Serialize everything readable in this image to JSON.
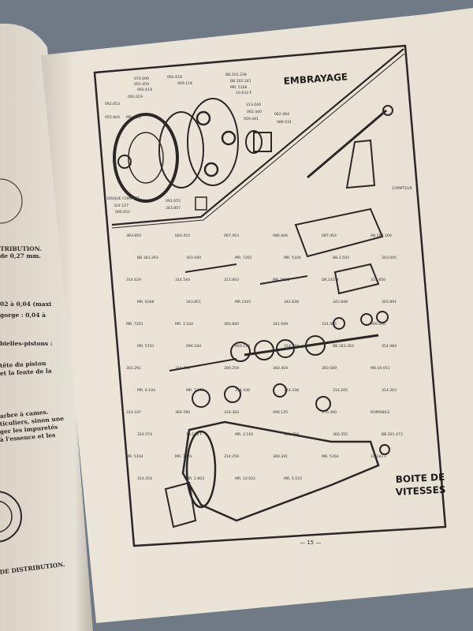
{
  "left_page": {
    "lines": [
      "TRIBUTION.",
      "de 0,27 mm.",
      "02 à 0,04 (maxi",
      "gorge : 0,04 à",
      "bielles-pistons :",
      "tête du piston",
      "et la fente de la",
      "arbre à cames.",
      "ticuliers, sinon une",
      "ger les impuretés",
      "à l'essence et les"
    ],
    "caption": "DE DISTRIBUTION."
  },
  "right_page": {
    "section_clutch": "EMBRAYAGE",
    "section_gearbox_line1": "BOITE DE",
    "section_gearbox_line2": "VITESSES",
    "page_number": "— 15 —",
    "clutch_labels": [
      "070.099",
      "055.459",
      "092.618",
      "092.619",
      "092.653",
      "055.844",
      "MR. 431",
      "092.618",
      "069.118",
      "BB.202.239",
      "BB.202.241",
      "MR. 5166",
      "10.633 F",
      "313.044",
      "065.440",
      "059.441",
      "082.484",
      "086.031",
      "DISQUE COMPLET",
      "324 127",
      "096.652",
      "092.655",
      "343.807"
    ],
    "gearbox_labels": [
      "383.850",
      "083.452",
      "087.453",
      "086.846",
      "087.454",
      "AB.202.160",
      "BB.183.293",
      "303.040",
      "MR. 7201",
      "MR. 5104",
      "BB.3.503",
      "303.045",
      "314.629",
      "314.544",
      "313.843",
      "MR. 5610",
      "DK.145 d",
      "313.850",
      "MR. 8348",
      "343.851",
      "MR.2345",
      "342.838",
      "343.848",
      "303.891",
      "MR. 7201",
      "MR. 3.164",
      "360.840",
      "342.949",
      "314.405",
      "099.060",
      "MR. 5741",
      "096.184",
      "069.573",
      "314.374",
      "BB.183.283",
      "314.484",
      "303.291",
      "314.406",
      "300.259",
      "360.459",
      "360.589",
      "MR.10.051",
      "MR. 8.104",
      "MR. 7.201",
      "314.436",
      "314.338",
      "314.205",
      "314.203",
      "314.337",
      "369.780",
      "316.393",
      "096.125",
      "370.390",
      "ROMOBILE",
      "314.574",
      "10.183 F",
      "MR. 3.164",
      "360.959",
      "360.355",
      "BB.201.473",
      "MR. 5164",
      "MR. 7201",
      "314.259",
      "369.391",
      "MR. 5164",
      "10.183 F",
      "314.254",
      "MR. 2.803",
      "MR. 10.022",
      "MR. 5.510",
      "COMPTEUR"
    ]
  },
  "colors": {
    "paper": "#ece6da",
    "ink": "#2a2724",
    "background": "#6f7a86"
  }
}
